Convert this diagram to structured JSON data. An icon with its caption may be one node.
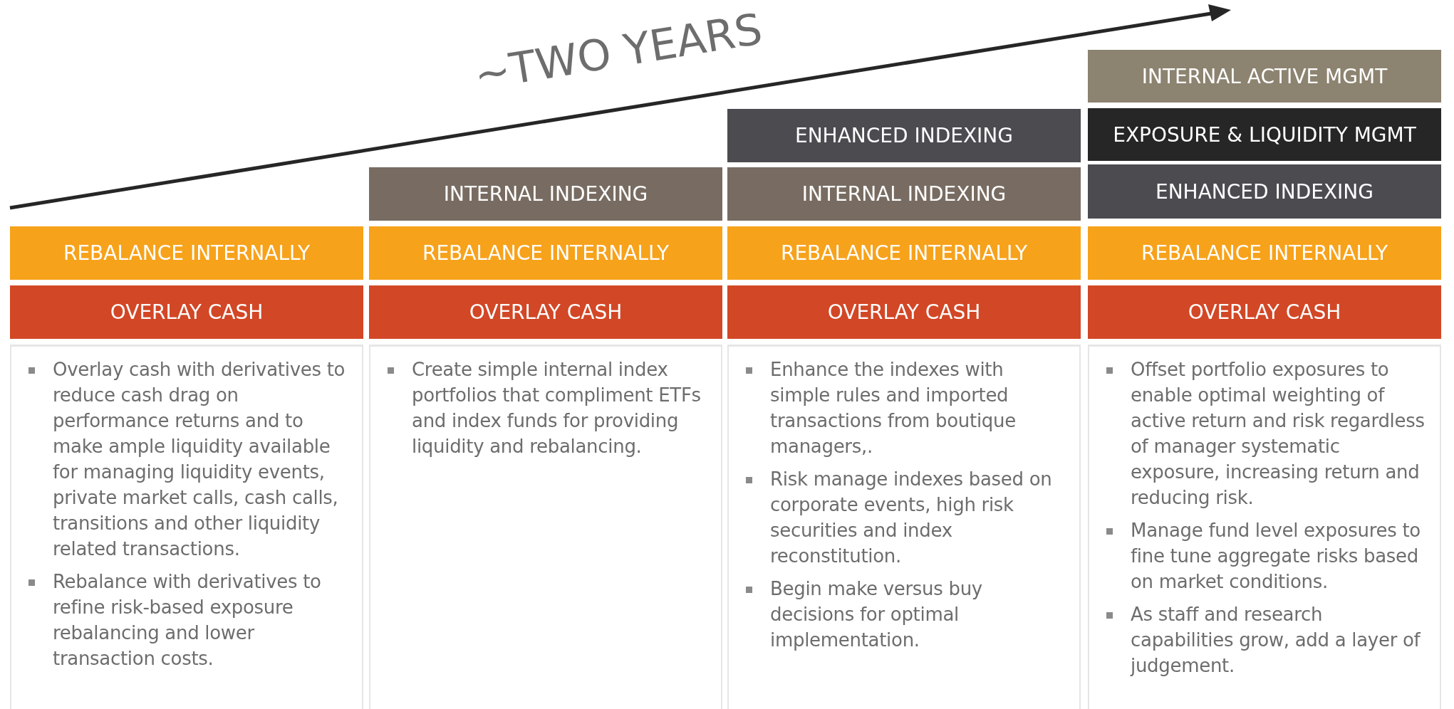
{
  "diagram": {
    "nodes": [
      {
        "text": [
          "REBALANCE INTERNALLY"
        ]
      },
      {
        "text": [
          "OVERLAY CASH"
        ]
      },
      {
        "text": [
          "Overlay cash with derivatives to reduce cash drag on performance returns and to make ample liquidity available for managing liquidity events, private market calls, cash calls, transitions and other liquidity related transactions.",
          "Rebalance with derivatives to refine risk-based exposure rebalancing and lower transaction costs."
        ]
      },
      {
        "text": [
          "INTERNAL INDEXING"
        ]
      },
      {
        "text": [
          "REBALANCE INTERNALLY"
        ]
      },
      {
        "text": [
          "OVERLAY CASH"
        ]
      },
      {
        "text": [
          "Create simple internal index portfolios that compliment ETFs and index funds for providing liquidity and rebalancing."
        ]
      },
      {
        "text": [
          "ENHANCED INDEXING"
        ]
      },
      {
        "text": [
          "INTERNAL INDEXING"
        ]
      },
      {
        "text": [
          "REBALANCE INTERNALLY"
        ]
      },
      {
        "text": [
          "OVERLAY CASH"
        ]
      },
      {
        "text": [
          "Enhance the indexes with simple rules and imported transactions from boutique managers,.",
          "Risk manage indexes based on corporate events, high risk securities and index reconstitution.",
          "Begin make versus buy decisions for optimal implementation."
        ]
      },
      {
        "text": [
          "INTERNAL ACTIVE MGMT"
        ]
      },
      {
        "text": [
          "EXPOSURE & LIQUIDITY MGMT"
        ]
      },
      {
        "text": [
          "ENHANCED INDEXING"
        ]
      },
      {
        "text": [
          "REBALANCE INTERNALLY"
        ]
      },
      {
        "text": [
          "OVERLAY CASH"
        ]
      },
      {
        "text": [
          "Offset portfolio exposures to enable optimal weighting of active return and risk regardless of manager systematic exposure, increasing return and reducing risk.",
          "Manage fund level exposures to fine tune aggregate risks based on market conditions.",
          "As staff and research capabilities grow, add a layer of judgement."
        ]
      }
    ],
    "labels": [
      "~TWO YEARS"
    ]
  }
}
